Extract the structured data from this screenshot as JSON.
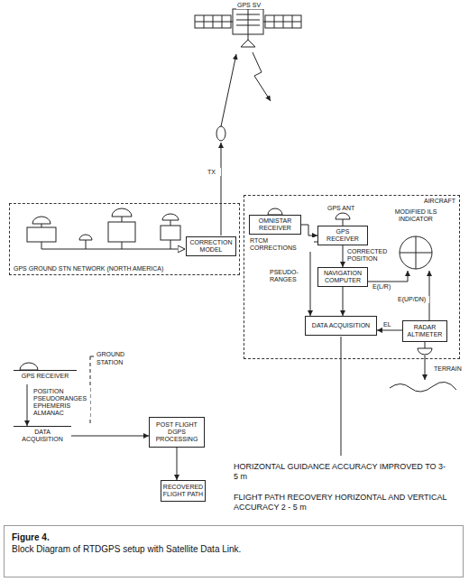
{
  "diagram": {
    "title": "Figure 4.",
    "caption": "Block Diagram of RTDGPS setup with Satellite Data Link.",
    "nodes": [
      {
        "text": [
          "GPS GROUND STN NETWORK (NORTH AMERICA)"
        ]
      },
      {
        "text": [
          "CORRECTION MODEL"
        ],
        "in": 0
      },
      {
        "text": [
          "AIRCRAFT"
        ]
      },
      {
        "text": [
          "OMNISTAR RECEIVER"
        ],
        "in": 2
      },
      {
        "text": [
          "GPS RECEIVER"
        ],
        "in": 2
      },
      {
        "text": [
          "NAVIGATION COMPUTER"
        ],
        "in": 2
      },
      {
        "text": [
          "MODIFIED ILS INDICATOR"
        ],
        "in": 2
      },
      {
        "text": [
          "DATA ACQUISITION"
        ],
        "in": 2
      },
      {
        "text": [
          "RADAR ALTIMETER"
        ],
        "in": 2
      },
      {
        "text": [
          "GPS RECEIVER"
        ]
      },
      {
        "text": [
          "DATA ACQUISITION"
        ]
      },
      {
        "text": [
          "POST FLIGHT DGPS PROCESSING"
        ]
      },
      {
        "text": [
          "RECOVERED FLIGHT PATH"
        ]
      }
    ],
    "edges": [
      {
        "from": 3,
        "to": 4,
        "label": "RTCM CORRECTIONS",
        "arrow": "to"
      },
      {
        "from": 4,
        "to": 5,
        "label": "CORRECTED POSITION",
        "arrow": "to"
      },
      {
        "from": 4,
        "to": 7,
        "label": "PSEUDO-RANGES",
        "arrow": "to"
      },
      {
        "from": 5,
        "to": 7,
        "arrow": "to"
      },
      {
        "from": 5,
        "to": 6,
        "label": "E(L/R)",
        "arrow": "to"
      },
      {
        "from": 8,
        "to": 6,
        "label": "E(UP/DN)",
        "arrow": "to"
      },
      {
        "from": 8,
        "to": 7,
        "label": "EL",
        "arrow": "to"
      },
      {
        "from": 9,
        "to": 10,
        "label": "POSITION PSEUDORANGES EPHEMERIS ALMANAC",
        "arrow": "to"
      },
      {
        "from": 10,
        "to": 11,
        "arrow": "to"
      },
      {
        "from": 11,
        "to": 12,
        "arrow": "to"
      }
    ],
    "labels": [
      "GPS SV",
      "TX",
      "GPS ANT",
      "TERRAIN",
      "GROUND STATION",
      "HORIZONTAL GUIDANCE ACCURACY IMPROVED TO 3-5 m",
      "FLIGHT PATH RECOVERY HORIZONTAL AND VERTICAL ACCURACY 2 - 5 m"
    ]
  }
}
